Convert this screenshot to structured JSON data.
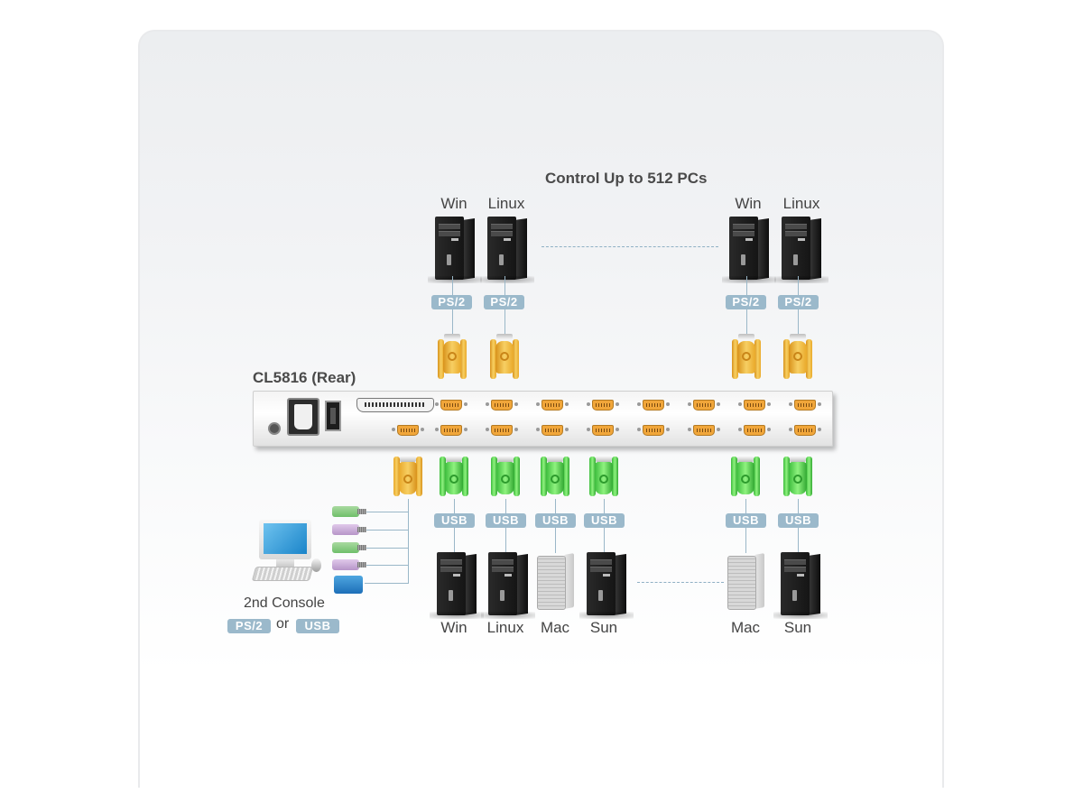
{
  "diagram": {
    "title": "Control Up to 512 PCs",
    "device_label": "CL5816 (Rear)",
    "top_computers": [
      {
        "os": "Win",
        "interface": "PS/2",
        "type": "tower"
      },
      {
        "os": "Linux",
        "interface": "PS/2",
        "type": "tower"
      },
      {
        "os": "Win",
        "interface": "PS/2",
        "type": "tower"
      },
      {
        "os": "Linux",
        "interface": "PS/2",
        "type": "tower"
      }
    ],
    "bottom_computers": [
      {
        "os": "Win",
        "interface": "USB",
        "type": "tower"
      },
      {
        "os": "Linux",
        "interface": "USB",
        "type": "tower"
      },
      {
        "os": "Mac",
        "interface": "USB",
        "type": "mac-pro"
      },
      {
        "os": "Sun",
        "interface": "USB",
        "type": "tower"
      },
      {
        "os": "Mac",
        "interface": "USB",
        "type": "mac-pro"
      },
      {
        "os": "Sun",
        "interface": "USB",
        "type": "tower"
      }
    ],
    "console": {
      "label": "2nd Console",
      "interface_a": "PS/2",
      "or_text": "or",
      "interface_b": "USB"
    },
    "rack": {
      "kvm_ports_top_row": 8,
      "kvm_ports_bottom_row": 8,
      "console_port_count": 1
    },
    "colors": {
      "badge": "#9bb9cb",
      "cable": "#9ab7c8",
      "ps2_connector": "#f0b640",
      "usb_connector": "#4ccf4c",
      "port": "#f1a63a"
    }
  }
}
